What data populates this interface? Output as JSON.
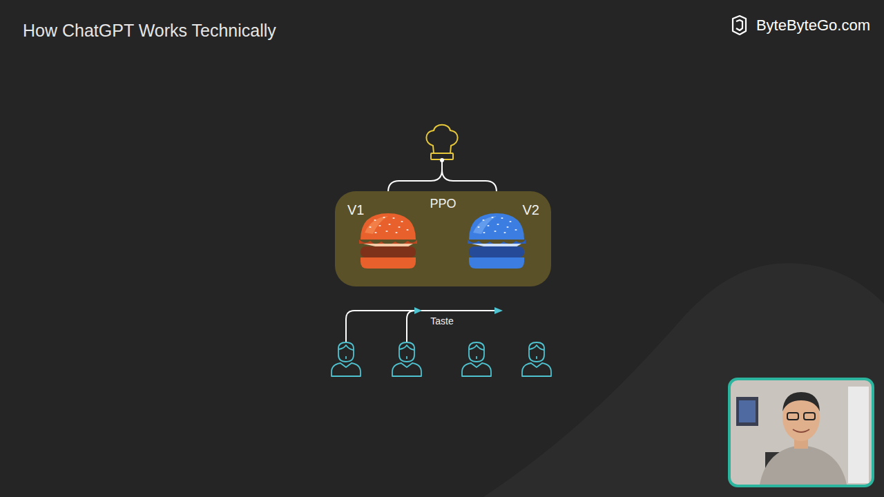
{
  "diagram": {
    "title": "How ChatGPT Works Technically",
    "nodes": [
      {
        "text": [
          "PPO"
        ]
      },
      {
        "text": [
          "V1"
        ],
        "in": 0
      },
      {
        "text": [
          "V2"
        ],
        "in": 0
      }
    ],
    "labels": [
      "Taste",
      "ByteByteGo.com"
    ]
  }
}
